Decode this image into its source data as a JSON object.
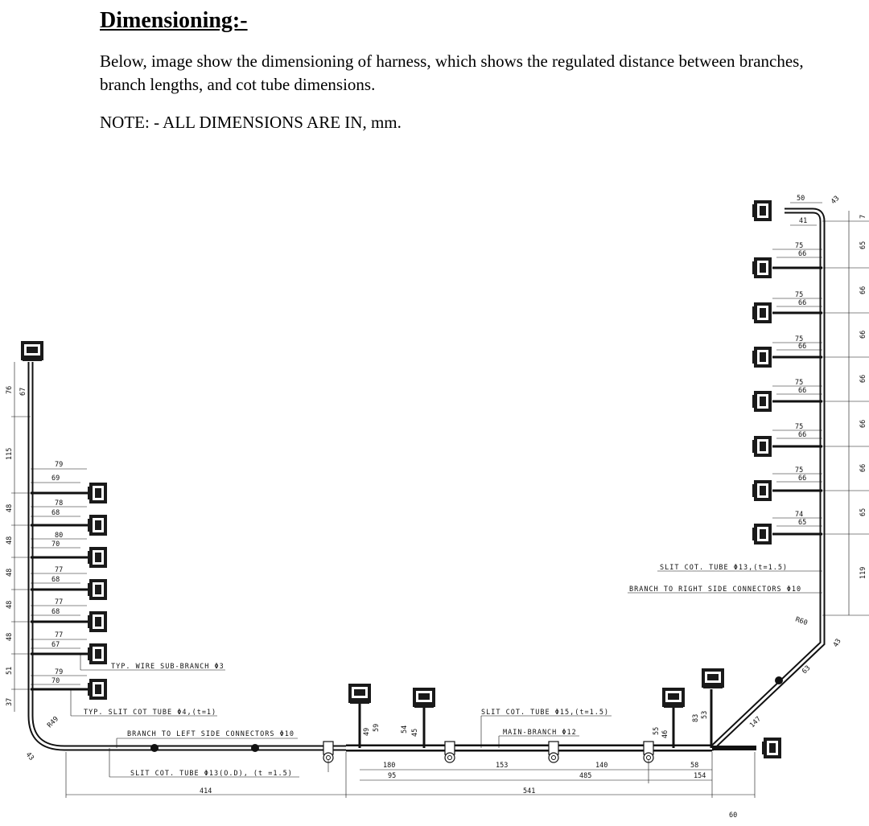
{
  "heading": "Dimensioning:-",
  "paragraph": "Below, image show the dimensioning of harness, which shows the regulated distance between branches, branch lengths, and cot tube dimensions.",
  "note": "NOTE: - ALL DIMENSIONS ARE IN, mm.",
  "drawing": {
    "labels": {
      "slit_tube_right": "SLIT COT. TUBE Φ13,(t=1.5)",
      "branch_right": "BRANCH TO RIGHT SIDE CONNECTORS Φ10",
      "wire_sub_branch": "TYP. WIRE SUB-BRANCH Φ3",
      "slit_tube_typ": "TYP. SLIT COT TUBE Φ4,(t=1)",
      "branch_left": "BRANCH TO LEFT SIDE CONNECTORS Φ10",
      "slit_tube_left": "SLIT COT. TUBE Φ13(O.D), (t =1.5)",
      "slit_tube_main": "SLIT COT. TUBE Φ15,(t=1.5)",
      "main_branch": "MAIN-BRANCH Φ12"
    },
    "left_vertical_dims": [
      "76",
      "67",
      "115",
      "48",
      "48",
      "48",
      "48",
      "48",
      "51",
      "37"
    ],
    "left_branch_lengths": [
      [
        "79",
        "69"
      ],
      [
        "78",
        "68"
      ],
      [
        "80",
        "70"
      ],
      [
        "77",
        "68"
      ],
      [
        "77",
        "68"
      ],
      [
        "77",
        "67"
      ],
      [
        "79",
        "70"
      ]
    ],
    "right_vertical_dims": [
      "7",
      "65",
      "66",
      "66",
      "66",
      "66",
      "66",
      "65",
      "119"
    ],
    "right_top_dims": [
      "50",
      "41",
      "43"
    ],
    "right_branch_lengths": [
      [
        "75",
        "66"
      ],
      [
        "75",
        "66"
      ],
      [
        "75",
        "66"
      ],
      [
        "75",
        "66"
      ],
      [
        "75",
        "66"
      ],
      [
        "75",
        "66"
      ],
      [
        "74",
        "65"
      ]
    ],
    "bend_dims": [
      "R60",
      "43",
      "63",
      "147",
      "R49",
      "43"
    ],
    "mid_branch_dims": [
      "49",
      "59",
      "54",
      "45",
      "55",
      "46",
      "83",
      "53"
    ],
    "bottom_dims_row1": [
      "180",
      "153",
      "140",
      "58"
    ],
    "bottom_dims_row2": [
      "95",
      "485",
      "154"
    ],
    "bottom_dims_row3": [
      "414",
      "541",
      "60"
    ]
  }
}
